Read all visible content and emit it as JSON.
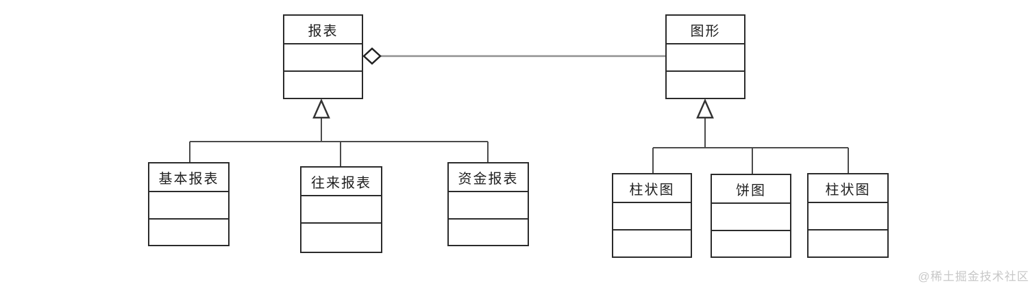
{
  "diagram": {
    "kind": "uml-class-diagram",
    "classes": {
      "report": {
        "name": "报表"
      },
      "graphic": {
        "name": "图形"
      },
      "basic_report": {
        "name": "基本报表"
      },
      "contact_report": {
        "name": "往来报表"
      },
      "fund_report": {
        "name": "资金报表"
      },
      "bar_chart_left": {
        "name": "柱状图"
      },
      "pie_chart": {
        "name": "饼图"
      },
      "bar_chart_right": {
        "name": "柱状图"
      }
    },
    "relationships": [
      {
        "type": "aggregation",
        "whole": "报表",
        "part": "图形"
      },
      {
        "type": "generalization",
        "parent": "报表",
        "children": [
          "基本报表",
          "往来报表",
          "资金报表"
        ]
      },
      {
        "type": "generalization",
        "parent": "图形",
        "children": [
          "柱状图",
          "饼图",
          "柱状图"
        ]
      }
    ]
  },
  "watermark": {
    "text": "@稀土掘金技术社区"
  },
  "colors": {
    "background": "#ffffff",
    "box_border": "#2a2a2a",
    "class_text": "#1f1f1f",
    "generalization_connector": "#4a4a4a",
    "aggregation_diamond": "#222222",
    "aggregation_line": "#8f8f8f",
    "watermark_text": "#c8c8c8"
  }
}
